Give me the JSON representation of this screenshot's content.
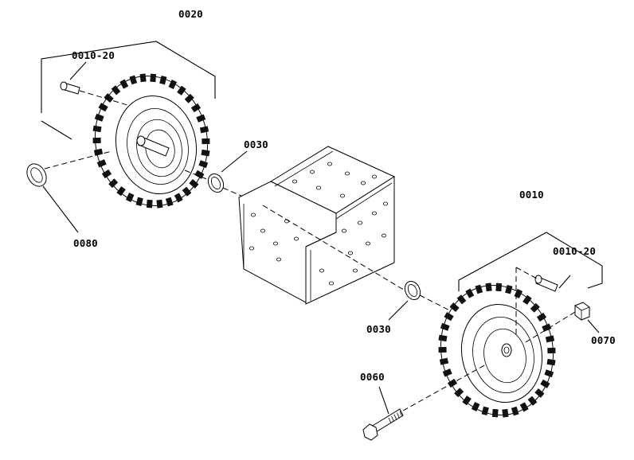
{
  "callouts": {
    "wheel_assembly_left": "0020",
    "valve_stem_left": "0010-20",
    "washer_upper": "0030",
    "lynch_pin": "0080",
    "wheel_assembly_right": "0010",
    "valve_stem_right": "0010-20",
    "washer_lower": "0030",
    "nut": "0070",
    "bolt": "0060"
  }
}
